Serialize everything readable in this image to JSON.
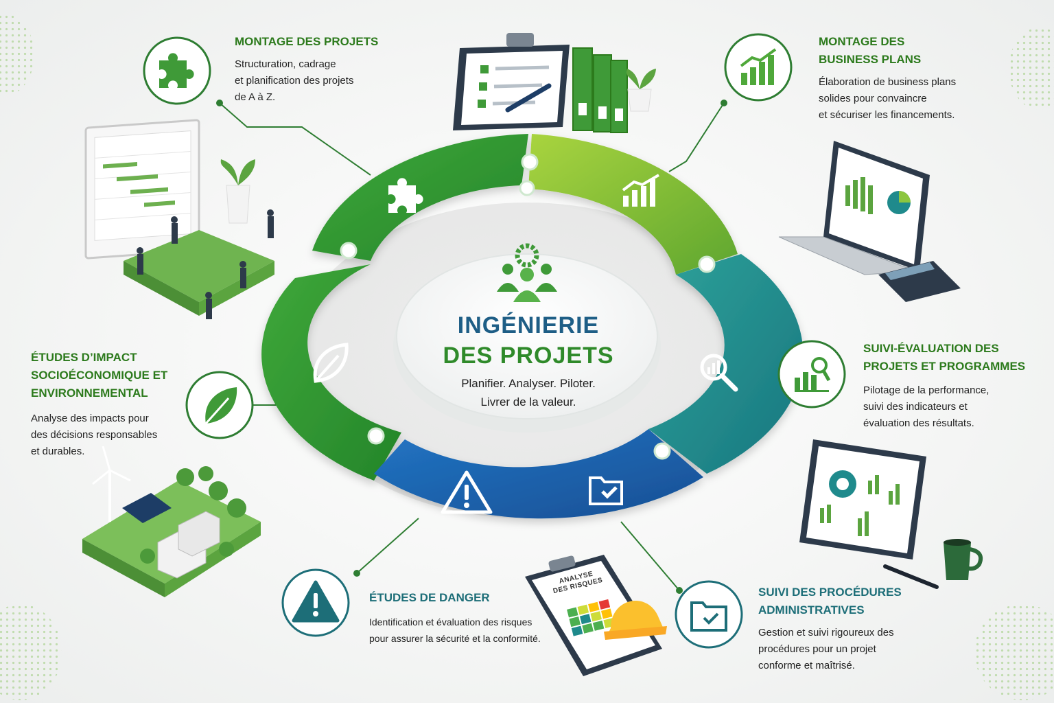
{
  "center": {
    "title_line1": "INGÉNIERIE",
    "title_line2": "DES PROJETS",
    "tagline_line1": "Planifier. Analyser. Piloter.",
    "tagline_line2": "Livrer de la valeur."
  },
  "sections": [
    {
      "id": "montage-projets",
      "icon": "puzzle-icon",
      "title_lines": [
        "MONTAGE DES PROJETS"
      ],
      "desc_lines": [
        "Structuration, cadrage",
        "et planification des projets",
        "de A à Z."
      ]
    },
    {
      "id": "business-plans",
      "icon": "growth-chart-icon",
      "title_lines": [
        "MONTAGE DES",
        "BUSINESS PLANS"
      ],
      "desc_lines": [
        "Élaboration de business plans",
        "solides pour convaincre",
        "et sécuriser les financements."
      ]
    },
    {
      "id": "suivi-evaluation",
      "icon": "analytics-magnifier-icon",
      "title_lines": [
        "SUIVI-ÉVALUATION DES",
        "PROJETS ET PROGRAMMES"
      ],
      "desc_lines": [
        "Pilotage de la performance,",
        "suivi des indicateurs et",
        "évaluation des résultats."
      ]
    },
    {
      "id": "procedures-admin",
      "icon": "folder-check-icon",
      "title_lines": [
        "SUIVI DES PROCÉDURES",
        "ADMINISTRATIVES"
      ],
      "desc_lines": [
        "Gestion et suivi rigoureux des",
        "procédures pour un projet",
        "conforme et maîtrisé."
      ]
    },
    {
      "id": "etudes-danger",
      "icon": "warning-icon",
      "title_lines": [
        "ÉTUDES DE DANGER"
      ],
      "desc_lines": [
        "Identification et évaluation des risques",
        "pour assurer la sécurité et la conformité."
      ]
    },
    {
      "id": "etudes-impact",
      "icon": "leaf-icon",
      "title_lines": [
        "ÉTUDES D’IMPACT",
        "SOCIOÉCONOMIQUE ET",
        "ENVIRONNEMENTAL"
      ],
      "desc_lines": [
        "Analyse des impacts pour",
        "des décisions responsables",
        "et durables."
      ]
    }
  ],
  "clipboard_label_line1": "ANALYSE",
  "clipboard_label_line2": "DES RISQUES",
  "colors": {
    "green_dark": "#2e8b2a",
    "green_light": "#8cc63f",
    "teal": "#1f8a8c",
    "blue": "#1d5fa8",
    "title_green": "#2c7a1c",
    "title_teal": "#1d6e78"
  }
}
